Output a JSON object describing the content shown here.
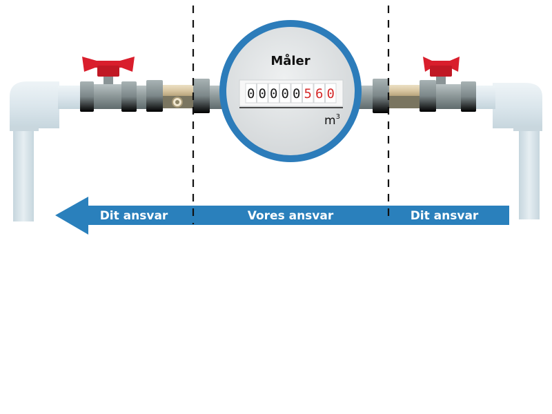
{
  "meter": {
    "title": "Måler",
    "reading_digits": [
      "0",
      "0",
      "0",
      "0",
      "0",
      "5",
      "6",
      "0"
    ],
    "red_digit_start": 5,
    "unit_base": "m",
    "unit_exponent": "3"
  },
  "arrow": {
    "left_label": "Dit ansvar",
    "center_label": "Vores ansvar",
    "right_label": "Dit ansvar"
  },
  "colors": {
    "arrow_blue": "#2a80bc",
    "meter_ring": "#2c7cba",
    "meter_face": "#e1e4e6",
    "valve_red": "#d91e2c",
    "fitting_gray": "#8e989a",
    "pipe_light": "#dde8ee",
    "brass_tan": "#d8c7a2",
    "digit_red": "#d42a2a"
  },
  "icons": {
    "left_valve": "ball-valve-icon",
    "right_valve": "ball-valve-icon",
    "meter": "water-meter-icon"
  }
}
